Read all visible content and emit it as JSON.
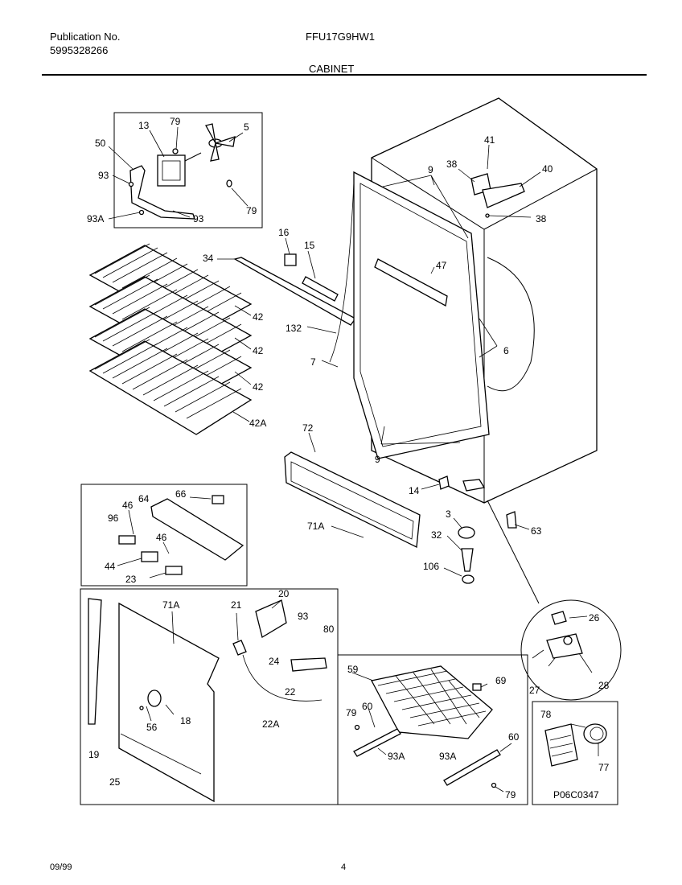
{
  "header": {
    "publication_label": "Publication No.",
    "publication_number": "5995328266",
    "model": "FFU17G9HW1",
    "section": "CABINET"
  },
  "footer": {
    "date": "09/99",
    "page": "4"
  },
  "diagram_code": "P06C0347",
  "callouts": {
    "c13": "13",
    "c79a": "79",
    "c5": "5",
    "c50": "50",
    "c93a": "93",
    "c93A": "93A",
    "c93b": "93",
    "c79b": "79",
    "c16": "16",
    "c15": "15",
    "c34": "34",
    "c42a": "42",
    "c42b": "42",
    "c42c": "42",
    "c42A": "42A",
    "c132": "132",
    "c7": "7",
    "c9top": "9",
    "c47": "47",
    "c41": "41",
    "c38a": "38",
    "c40": "40",
    "c38b": "38",
    "c6": "6",
    "c9bot": "9",
    "c72": "72",
    "c14": "14",
    "c63": "63",
    "c3": "3",
    "c32": "32",
    "c106": "106",
    "c71A": "71A",
    "c66": "66",
    "c64": "64",
    "c46a": "46",
    "c96": "96",
    "c46b": "46",
    "c44": "44",
    "c23": "23",
    "c26": "26",
    "c28": "28",
    "c27": "27",
    "c71Ab": "71A",
    "c21": "21",
    "c20": "20",
    "c93c": "93",
    "c80": "80",
    "c24": "24",
    "c22": "22",
    "c22A": "22A",
    "c18": "18",
    "c56": "56",
    "c19": "19",
    "c25": "25",
    "c59": "59",
    "c69": "69",
    "c79c": "79",
    "c60a": "60",
    "c93Ab": "93A",
    "c93Ac": "93A",
    "c60b": "60",
    "c79d": "79",
    "c78": "78",
    "c77": "77"
  }
}
